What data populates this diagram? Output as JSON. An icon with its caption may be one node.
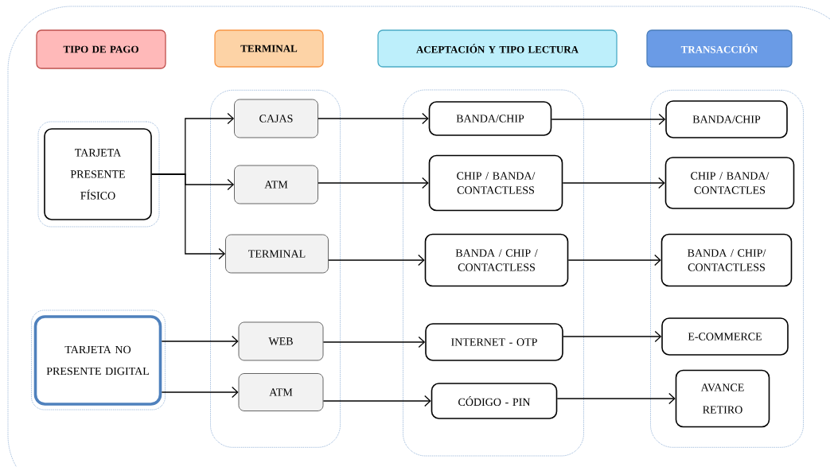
{
  "diagram": {
    "nodes": [
      {
        "text": [
          "TIPO DE PAGO"
        ]
      },
      {
        "text": [
          "TERMINAL"
        ]
      },
      {
        "text": [
          "ACEPTACIÓN Y TIPO LECTURA"
        ]
      },
      {
        "text": [
          "TRANSACCIÓN"
        ]
      },
      {
        "text": [],
        "shape": "box"
      },
      {
        "text": [
          "TARJETA PRESENTE FÍSICO"
        ],
        "in": 4
      },
      {
        "text": [],
        "shape": "box"
      },
      {
        "text": [
          "TARJETA NO PRESENTE DIGITAL"
        ],
        "in": 6
      },
      {
        "text": [],
        "shape": "box"
      },
      {
        "text": [
          "CAJAS"
        ],
        "in": 8
      },
      {
        "text": [
          "ATM"
        ],
        "in": 8
      },
      {
        "text": [
          "TERMINAL"
        ],
        "in": 8
      },
      {
        "text": [
          "WEB"
        ],
        "in": 8
      },
      {
        "text": [
          "ATM"
        ],
        "in": 8
      },
      {
        "text": [],
        "shape": "box"
      },
      {
        "text": [
          "BANDA/CHIP"
        ],
        "in": 14
      },
      {
        "text": [
          "CHIP / BANDA/ CONTACTLESS"
        ],
        "in": 14
      },
      {
        "text": [
          "BANDA / CHIP / CONTACTLESS"
        ],
        "in": 14
      },
      {
        "text": [
          "INTERNET - OTP"
        ],
        "in": 14
      },
      {
        "text": [
          "CÓDIGO - PIN"
        ],
        "in": 14
      },
      {
        "text": [],
        "shape": "box"
      },
      {
        "text": [
          "BANDA/CHIP"
        ],
        "in": 20
      },
      {
        "text": [
          "CHIP / BANDA/ CONTACTLES"
        ],
        "in": 20
      },
      {
        "text": [
          "BANDA / CHIP/ CONTACTLESS"
        ],
        "in": 20
      },
      {
        "text": [
          "E-COMMERCE"
        ],
        "in": 20
      },
      {
        "text": [
          "AVANCE RETIRO"
        ],
        "in": 20
      }
    ],
    "edges": [
      {
        "from": 5,
        "to": 9,
        "arrow": "to"
      },
      {
        "from": 5,
        "to": 10,
        "arrow": "to"
      },
      {
        "from": 5,
        "to": 11,
        "arrow": "to"
      },
      {
        "from": 7,
        "to": 12,
        "arrow": "to"
      },
      {
        "from": 7,
        "to": 13,
        "arrow": "to"
      },
      {
        "from": 9,
        "to": 15,
        "arrow": "to"
      },
      {
        "from": 10,
        "to": 16,
        "arrow": "to"
      },
      {
        "from": 11,
        "to": 17,
        "arrow": "to"
      },
      {
        "from": 12,
        "to": 18,
        "arrow": "to"
      },
      {
        "from": 13,
        "to": 19,
        "arrow": "to"
      },
      {
        "from": 15,
        "to": 21,
        "arrow": "to"
      },
      {
        "from": 16,
        "to": 22,
        "arrow": "to"
      },
      {
        "from": 17,
        "to": 23,
        "arrow": "to"
      },
      {
        "from": 18,
        "to": 24,
        "arrow": "to"
      },
      {
        "from": 19,
        "to": 25,
        "arrow": "to"
      }
    ]
  }
}
